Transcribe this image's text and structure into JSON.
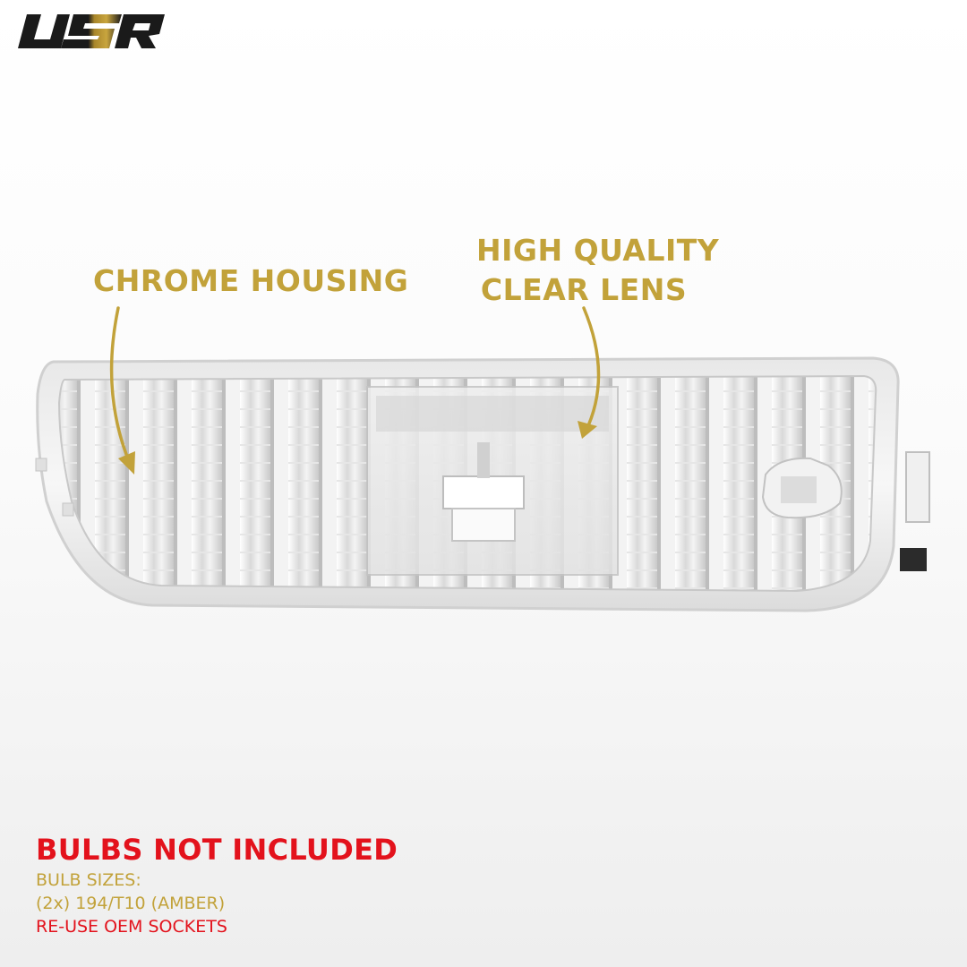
{
  "brand": {
    "logo_text": "USR",
    "logo_color": "#1a1a1a",
    "logo_accent": "#b8982e"
  },
  "colors": {
    "callout": "#c2a23a",
    "alert": "#e3121c",
    "detail": "#c2a23a",
    "accent_line": "#e3121c"
  },
  "callouts": {
    "housing": "CHROME HOUSING",
    "lens_line1": "HIGH QUALITY",
    "lens_line2": "CLEAR LENS"
  },
  "notice": {
    "title": "BULBS NOT INCLUDED",
    "sizes_label": "BULB SIZES:",
    "sizes_value": "(2x) 194/T10 (AMBER)",
    "sockets": "RE-USE OEM SOCKETS"
  },
  "icons": {
    "logo": "usr-logo-icon",
    "arrow_housing": "curved-arrow-icon",
    "arrow_lens": "curved-arrow-icon"
  }
}
